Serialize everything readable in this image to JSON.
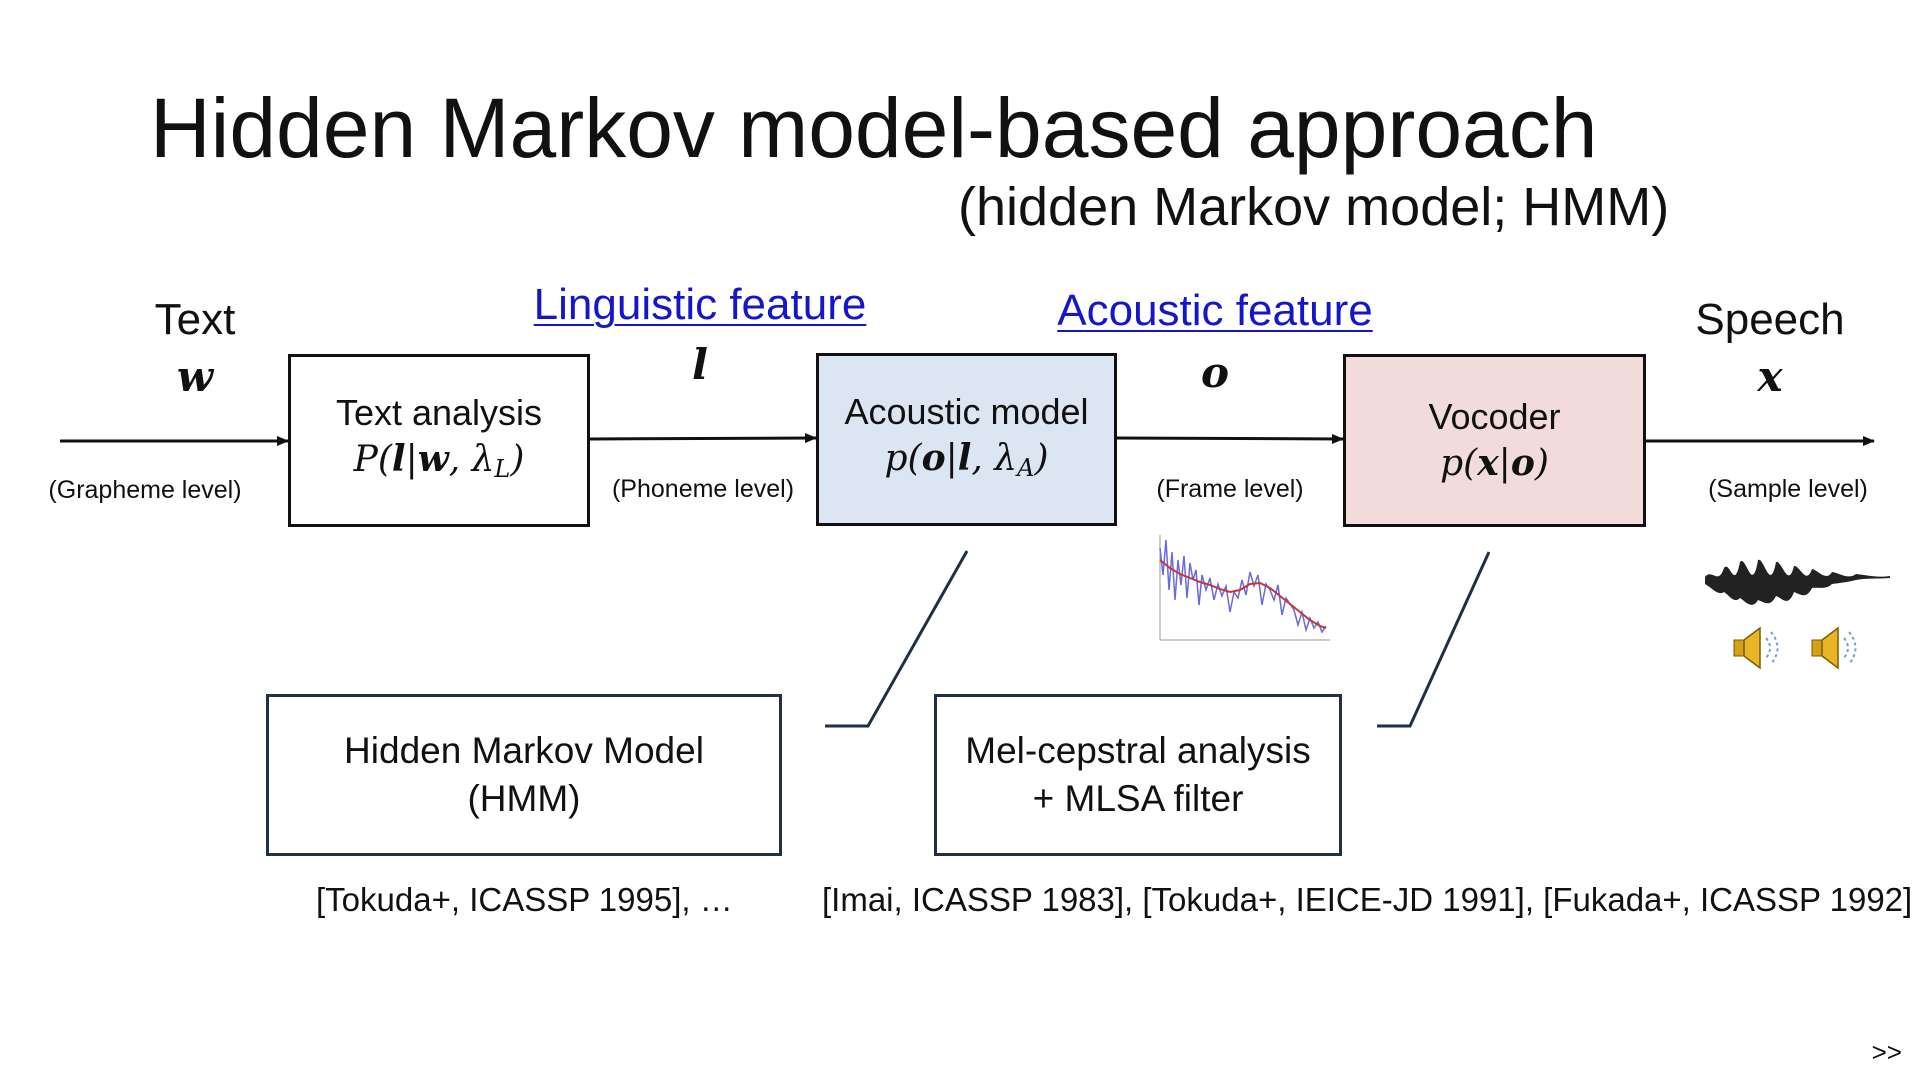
{
  "slide": {
    "title": "Hidden Markov model-based approach",
    "subtitle": "(hidden Markov model; HMM)",
    "nav_next": ">>"
  },
  "pipeline": {
    "text": {
      "label": "Text",
      "symbol": "w",
      "level": "(Grapheme level)"
    },
    "linguistic": {
      "label": "Linguistic feature",
      "symbol": "l",
      "level": "(Phoneme level)"
    },
    "acoustic": {
      "label": "Acoustic feature",
      "symbol": "o",
      "level": "(Frame level)"
    },
    "speech": {
      "label": "Speech",
      "symbol": "x",
      "level": "(Sample level)"
    },
    "boxes": {
      "text_analysis": {
        "name": "Text analysis",
        "formula_pre": "P(",
        "formula_v1": "l",
        "formula_bar": "|",
        "formula_v2": "w",
        "formula_sep": ", λ",
        "formula_sub": "L",
        "formula_post": ")"
      },
      "acoustic_model": {
        "name": "Acoustic model",
        "formula_pre": "p(",
        "formula_v1": "o",
        "formula_bar": "|",
        "formula_v2": "l",
        "formula_sep": ", λ",
        "formula_sub": "A",
        "formula_post": ")"
      },
      "vocoder": {
        "name": "Vocoder",
        "formula_pre": "p(",
        "formula_v1": "x",
        "formula_bar": "|",
        "formula_v2": "o",
        "formula_post": ")"
      }
    },
    "colors": {
      "acoustic_model_fill": "#dce6f2",
      "vocoder_fill": "#f2dcdb",
      "feature_link": "#1515cc",
      "detail_border": "#1f3044"
    }
  },
  "details": {
    "hmm": {
      "line1": "Hidden Markov Model",
      "line2": "(HMM)",
      "ref": "[Tokuda+, ICASSP 1995], …"
    },
    "vocoder": {
      "line1": "Mel-cepstral analysis",
      "line2": "+ MLSA filter",
      "ref": "[Imai, ICASSP 1983], [Tokuda+, IEICE-JD 1991], [Fukada+, ICASSP 1992]"
    }
  },
  "icons": [
    "speaker-icon",
    "speaker-icon"
  ]
}
